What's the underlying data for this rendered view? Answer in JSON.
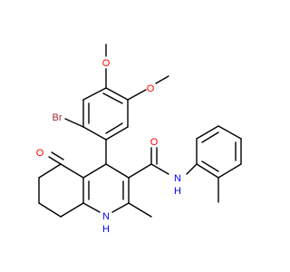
{
  "colors": {
    "bond": "#000000",
    "carbon_label": "#000000",
    "oxygen": "#ff0000",
    "nitrogen": "#0000ff",
    "bromine": "#a52a2a",
    "background": "#ffffff"
  },
  "labels": {
    "bromine": "Br",
    "methoxy_oxygen_top": "O",
    "methoxy_oxygen_right": "O",
    "ketone_oxygen": "O",
    "amide_oxygen": "O",
    "amide_nitrogen": "N",
    "amide_hydrogen": "H",
    "ring_nitrogen": "N",
    "ring_hydrogen": "H"
  }
}
